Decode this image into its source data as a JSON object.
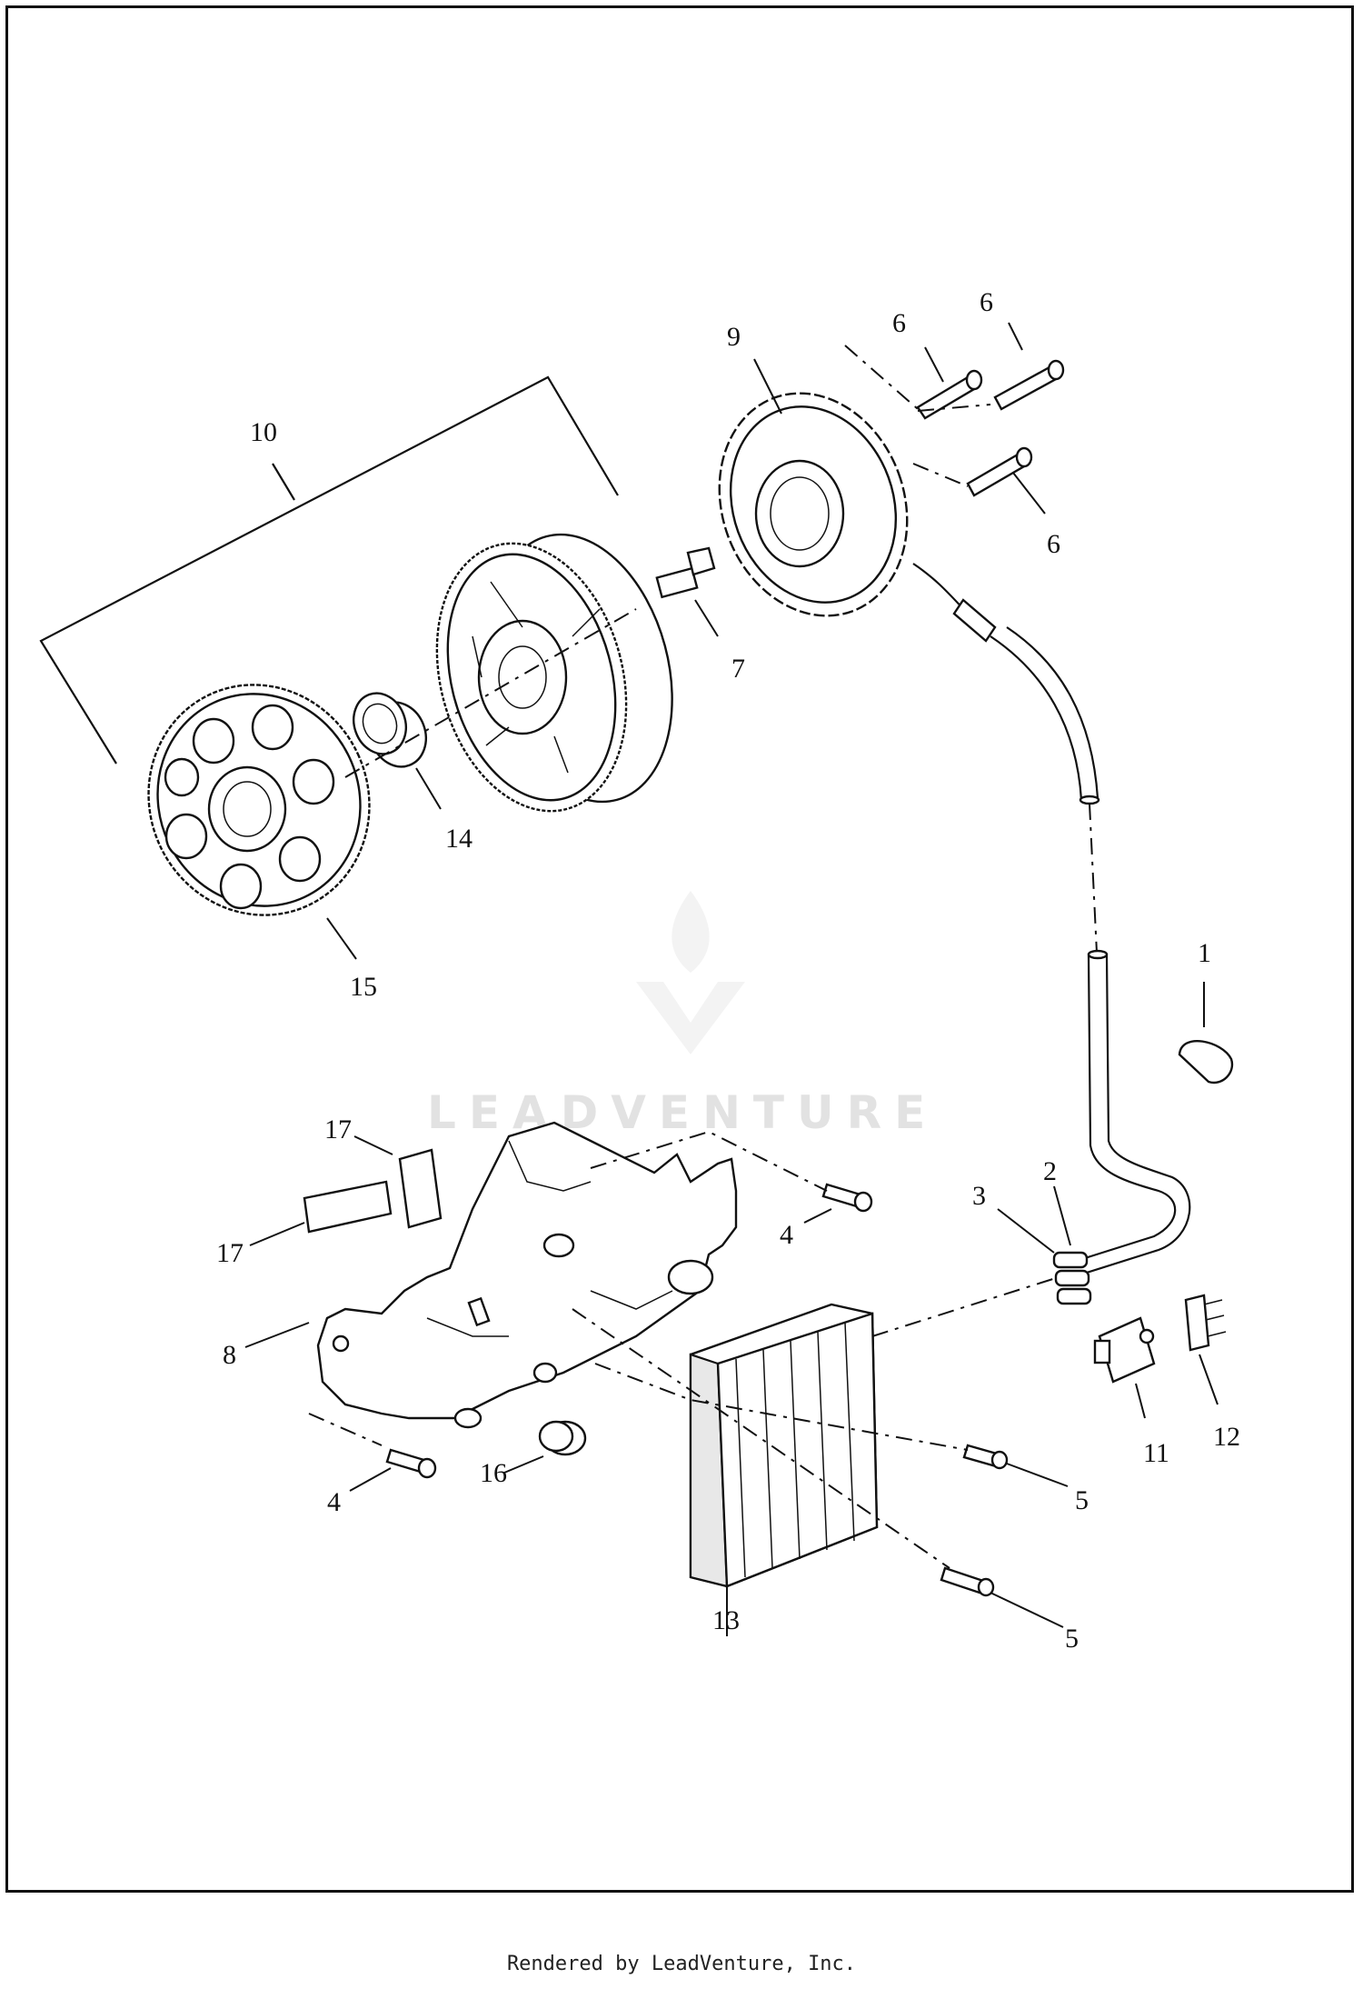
{
  "diagram": {
    "callouts": [
      "1",
      "2",
      "3",
      "4",
      "4",
      "5",
      "5",
      "6",
      "6",
      "6",
      "7",
      "8",
      "9",
      "10",
      "11",
      "12",
      "13",
      "14",
      "15",
      "16",
      "17",
      "17"
    ]
  },
  "watermark": {
    "text": "LEADVENTURE"
  },
  "footer": {
    "text": "Rendered by LeadVenture, Inc."
  }
}
